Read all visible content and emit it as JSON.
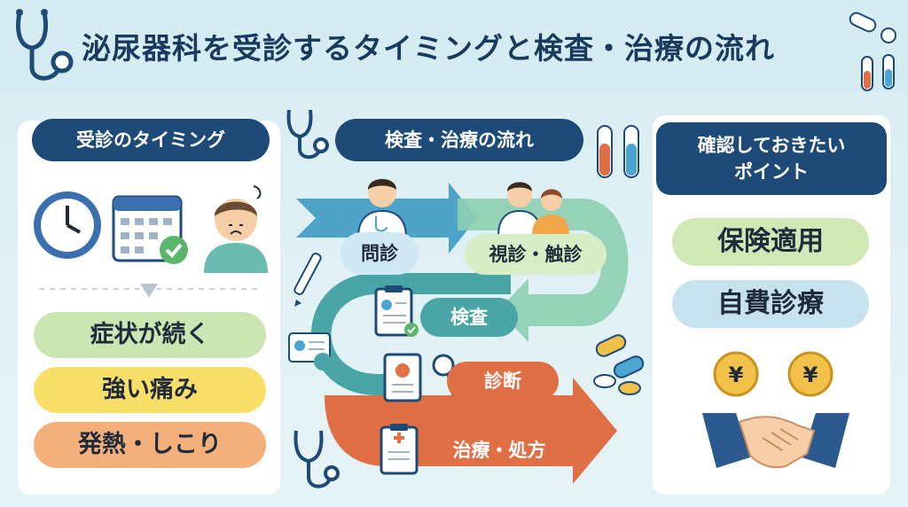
{
  "title": "泌尿器科を受診するタイミングと検査・治療の流れ",
  "timing": {
    "heading": "受診のタイミング",
    "symptoms": [
      "症状が続く",
      "強い痛み",
      "発熱・しこり"
    ]
  },
  "flow": {
    "heading": "検査・治療の流れ",
    "steps": [
      "問診",
      "視診・触診",
      "検査",
      "診断",
      "治療・処方"
    ]
  },
  "points": {
    "heading_line1": "確認しておきたい",
    "heading_line2": "ポイント",
    "options": [
      "保険適用",
      "自費診療"
    ],
    "currency_symbol": "¥"
  },
  "colors": {
    "navy": "#1e4a78",
    "teal": "#4aa5a6",
    "orange": "#e06f45",
    "green": "#c9e6b3",
    "yellow": "#f7df6a",
    "light_blue": "#cfe8f3"
  },
  "icons": [
    "stethoscope-icon",
    "pill-icon",
    "test-tube-icon",
    "clock-icon",
    "calendar-icon",
    "worried-patient-icon",
    "doctor-icon",
    "clipboard-icon",
    "id-card-icon",
    "magnifier-icon",
    "pen-icon",
    "yen-coin-icon",
    "handshake-icon"
  ]
}
